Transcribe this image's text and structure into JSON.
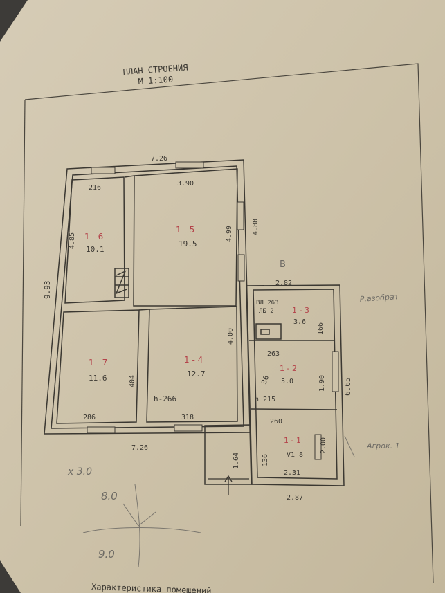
{
  "header": {
    "title_line1": "ПЛАН  СТРОЕНИЯ",
    "title_line2": "М  1:100"
  },
  "footer": {
    "caption": "Характеристика  помещений"
  },
  "outer_dims": {
    "top_width": "7.26",
    "bottom_width": "7.26",
    "left_height": "9.93",
    "upper_right_height": "4.88",
    "lower_right_height": "6.65",
    "annex_width_top": "2.82",
    "annex_width_bottom": "2.87",
    "porch_depth": "1.64"
  },
  "rooms": [
    {
      "id": "1-6",
      "label": "1 - 6",
      "area": "10.1",
      "width": "216",
      "depth": "4.85"
    },
    {
      "id": "1-5",
      "label": "1 - 5",
      "area": "19.5",
      "width": "3.90",
      "depth": "4.99"
    },
    {
      "id": "1-7",
      "label": "1 - 7",
      "area": "11.6",
      "width": "286",
      "depth": "404"
    },
    {
      "id": "1-4",
      "label": "1 - 4",
      "area": "12.7",
      "width": "318",
      "depth": "4.00",
      "ceiling": "h-266"
    },
    {
      "id": "1-3",
      "label": "1 - 3",
      "area": "3.6",
      "width": "263",
      "depth": "166"
    },
    {
      "id": "1-2",
      "label": "1 - 2",
      "area": "5.0",
      "width": "263",
      "depth": "1.90",
      "ceiling": "h 215"
    },
    {
      "id": "1-1",
      "label": "1 - 1",
      "area": "V1 8",
      "width": "2.31",
      "depth": "2.00",
      "inner_top": "260",
      "inner_left": "136"
    }
  ],
  "annotations": {
    "annex_top_note": "ВЛ 263",
    "annex_note_2": "ЛБ 2",
    "room_12_side": "36",
    "faded_letter": "В",
    "pencil_right_top": "Р.азобрат",
    "pencil_right_bottom": "Агрок. 1",
    "pencil_left_1": "x 3.0",
    "pencil_left_2": "8.0",
    "pencil_bottom": "9.0"
  },
  "colors": {
    "paper": "#cfc4ad",
    "ink": "#3b3832",
    "red_ink": "#b4434a",
    "pencil": "#6d6a64",
    "background": "#3b3a38"
  }
}
